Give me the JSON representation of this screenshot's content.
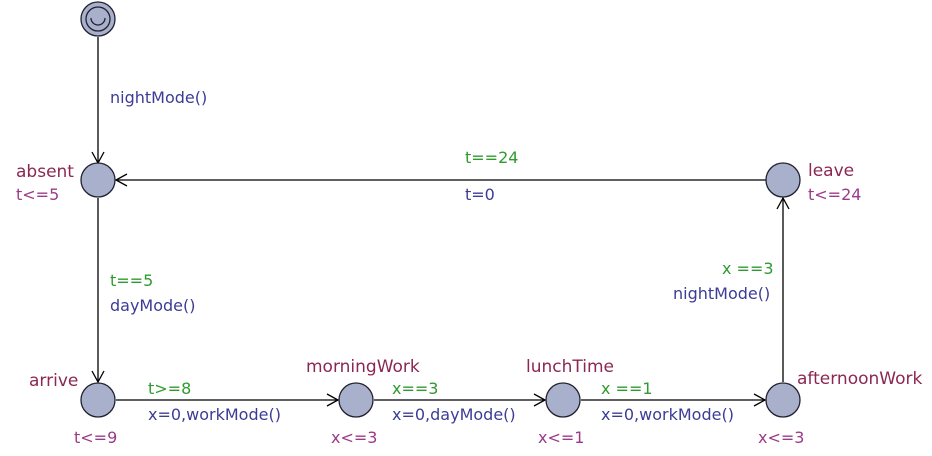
{
  "locations": {
    "initial": {
      "name": "",
      "invariant": ""
    },
    "absent": {
      "name": "absent",
      "invariant": "t<=5"
    },
    "leave": {
      "name": "leave",
      "invariant": "t<=24"
    },
    "arrive": {
      "name": "arrive",
      "invariant": "t<=9"
    },
    "morningWork": {
      "name": "morningWork",
      "invariant": "x<=3"
    },
    "lunchTime": {
      "name": "lunchTime",
      "invariant": "x<=1"
    },
    "afternoonWork": {
      "name": "afternoonWork",
      "invariant": "x<=3"
    }
  },
  "edges": {
    "init_absent": {
      "sync": "nightMode()"
    },
    "leave_absent": {
      "guard": "t==24",
      "update": "t=0"
    },
    "absent_arrive": {
      "guard": "t==5",
      "sync": "dayMode()"
    },
    "arrive_morning": {
      "guard": "t>=8",
      "update": "x=0,workMode()"
    },
    "morning_lunch": {
      "guard": "x==3",
      "update": "x=0,dayMode()"
    },
    "lunch_afternoon": {
      "guard": "x ==1",
      "update": "x=0,workMode()"
    },
    "afternoon_leave": {
      "guard": "x ==3",
      "sync": "nightMode()"
    }
  }
}
